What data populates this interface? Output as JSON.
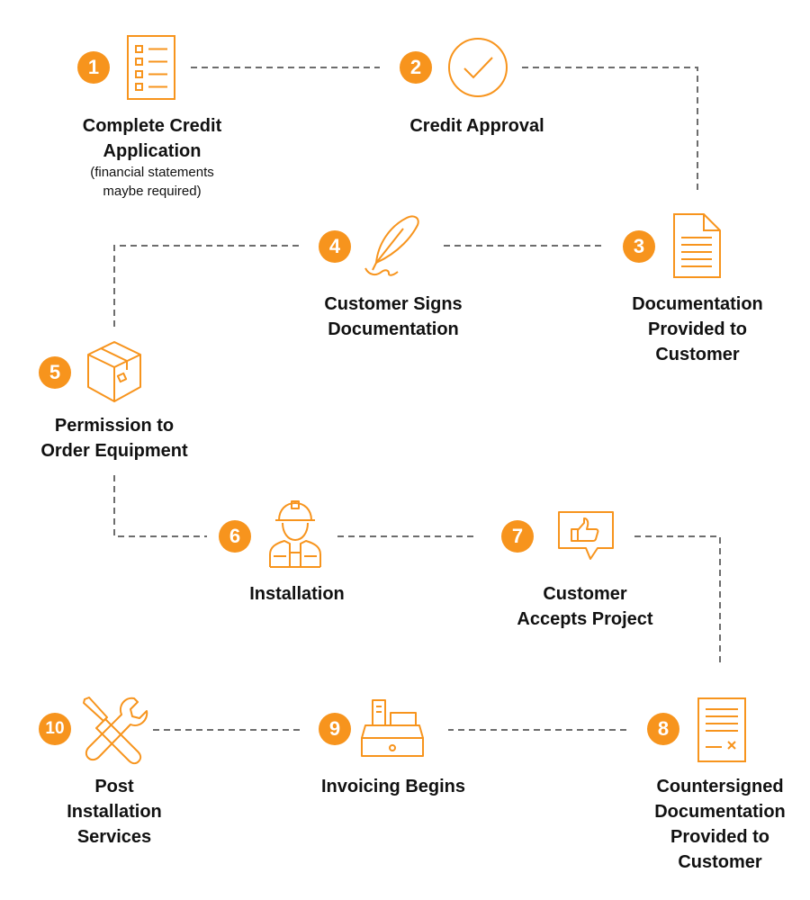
{
  "accent_color": "#f7941d",
  "steps": [
    {
      "number": "1",
      "icon": "checklist-icon",
      "lines": [
        "Complete Credit",
        "Application"
      ],
      "note": [
        "(financial statements",
        "maybe required)"
      ]
    },
    {
      "number": "2",
      "icon": "checkmark-circle-icon",
      "lines": [
        "Credit Approval"
      ]
    },
    {
      "number": "3",
      "icon": "document-icon",
      "lines": [
        "Documentation",
        "Provided to",
        "Customer"
      ]
    },
    {
      "number": "4",
      "icon": "quill-signature-icon",
      "lines": [
        "Customer Signs",
        "Documentation"
      ]
    },
    {
      "number": "5",
      "icon": "box-icon",
      "lines": [
        "Permission to",
        "Order Equipment"
      ]
    },
    {
      "number": "6",
      "icon": "worker-icon",
      "lines": [
        "Installation"
      ]
    },
    {
      "number": "7",
      "icon": "thumbs-up-message-icon",
      "lines": [
        "Customer",
        "Accepts Project"
      ]
    },
    {
      "number": "8",
      "icon": "signed-document-icon",
      "lines": [
        "Countersigned",
        "Documentation",
        "Provided to",
        "Customer"
      ]
    },
    {
      "number": "9",
      "icon": "cash-register-icon",
      "lines": [
        "Invoicing Begins"
      ]
    },
    {
      "number": "10",
      "icon": "wrench-screwdriver-icon",
      "lines": [
        "Post",
        "Installation",
        "Services"
      ]
    }
  ]
}
